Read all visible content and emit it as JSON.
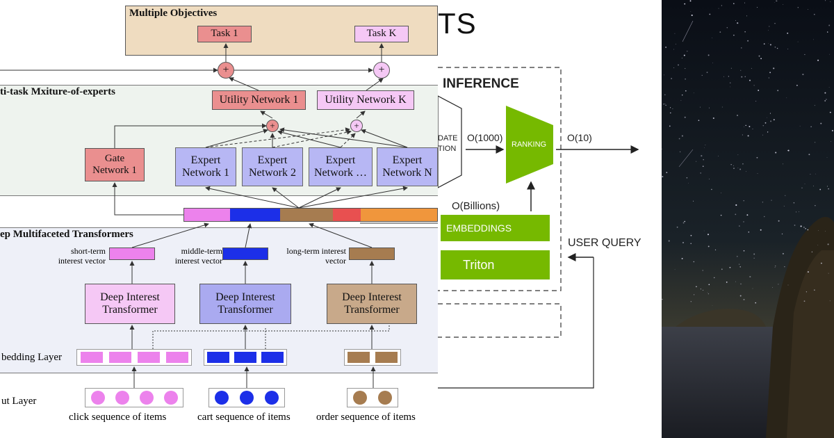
{
  "diagram": {
    "objectives_title": "Multiple Objectives",
    "task1": "Task 1",
    "taskK": "Task K",
    "mmoe_title": "ti-task Mxiture-of-experts",
    "utility1": "Utility Network 1",
    "utilityK": "Utility Network  K",
    "gate": "Gate Network 1",
    "experts": [
      "Expert Network 1",
      "Expert Network 2",
      "Expert Network …",
      "Expert Network N"
    ],
    "plus": "+",
    "transformers_title": "ep Multifaceted Transformers",
    "short_label": "short-term interest vector",
    "middle_label": "middle-term interest vector",
    "long_label": "long-term interest vector",
    "dit": "Deep Interest Transformer",
    "embedding_layer": "bedding Layer",
    "input_layer": "ut Layer",
    "click_seq": "click sequence of items",
    "cart_seq": "cart sequence of items",
    "order_seq": "order sequence of items",
    "colors": {
      "objectives_bg": "#efdcc0",
      "task1": "#ea8f8f",
      "taskK": "#f5c8f5",
      "expert": "#b7b7f4",
      "pink": "#ec82ec",
      "blue": "#1c2fe8",
      "brown": "#a67c50",
      "red": "#e85050",
      "orange": "#f0963c"
    }
  },
  "pipeline": {
    "title_fragment": "TS",
    "inference_label": "INFERENCE",
    "candidate_fragment_1": "DATE",
    "candidate_fragment_2": "TION",
    "o1000": "O(1000)",
    "ranking": "RANKING",
    "o10": "O(10)",
    "obillions": "O(Billions)",
    "embeddings": "EMBEDDINGS",
    "triton": "Triton",
    "user_query": "USER QUERY",
    "colors": {
      "green": "#76b900"
    }
  }
}
